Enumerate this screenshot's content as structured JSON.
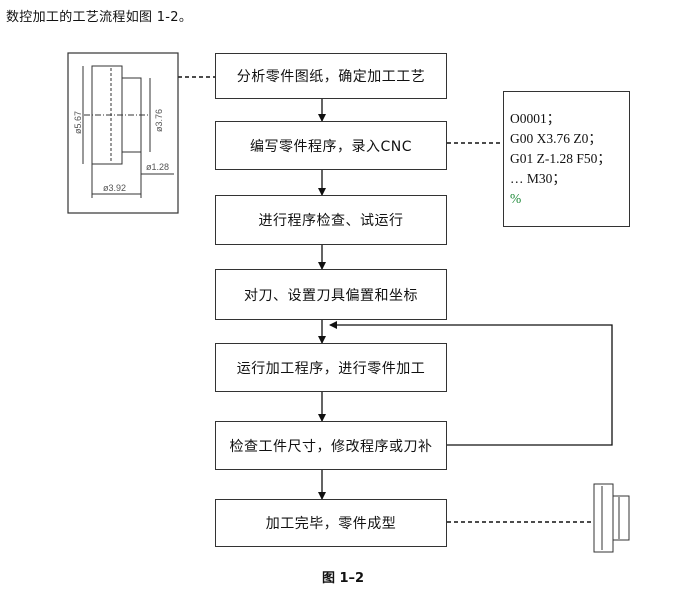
{
  "intro_text": "数控加工的工艺流程如图 1-2。",
  "steps": [
    {
      "label": "分析零件图纸，确定加工工艺"
    },
    {
      "label": "编写零件程序，录入CNC"
    },
    {
      "label": "进行程序检查、试运行"
    },
    {
      "label": "对刀、设置刀具偏置和坐标"
    },
    {
      "label": "运行加工程序，进行零件加工"
    },
    {
      "label": "检查工件尺寸，修改程序或刀补"
    },
    {
      "label": "加工完毕，零件成型"
    }
  ],
  "program_code": {
    "lines": [
      "O0001；",
      "G00 X3.76 Z0；",
      "G01 Z-1.28 F50；",
      "… M30；",
      "%"
    ]
  },
  "drawing": {
    "dim_outer_dia": "ø5.67",
    "dim_inner_dia": "ø3.76",
    "dim_step_len": "ø1.28",
    "dim_total_len": "ø3.92"
  },
  "caption": "图 1–2",
  "colors": {
    "line": "#111111",
    "border": "#333333",
    "percent_sign": "#1f8a3a"
  }
}
